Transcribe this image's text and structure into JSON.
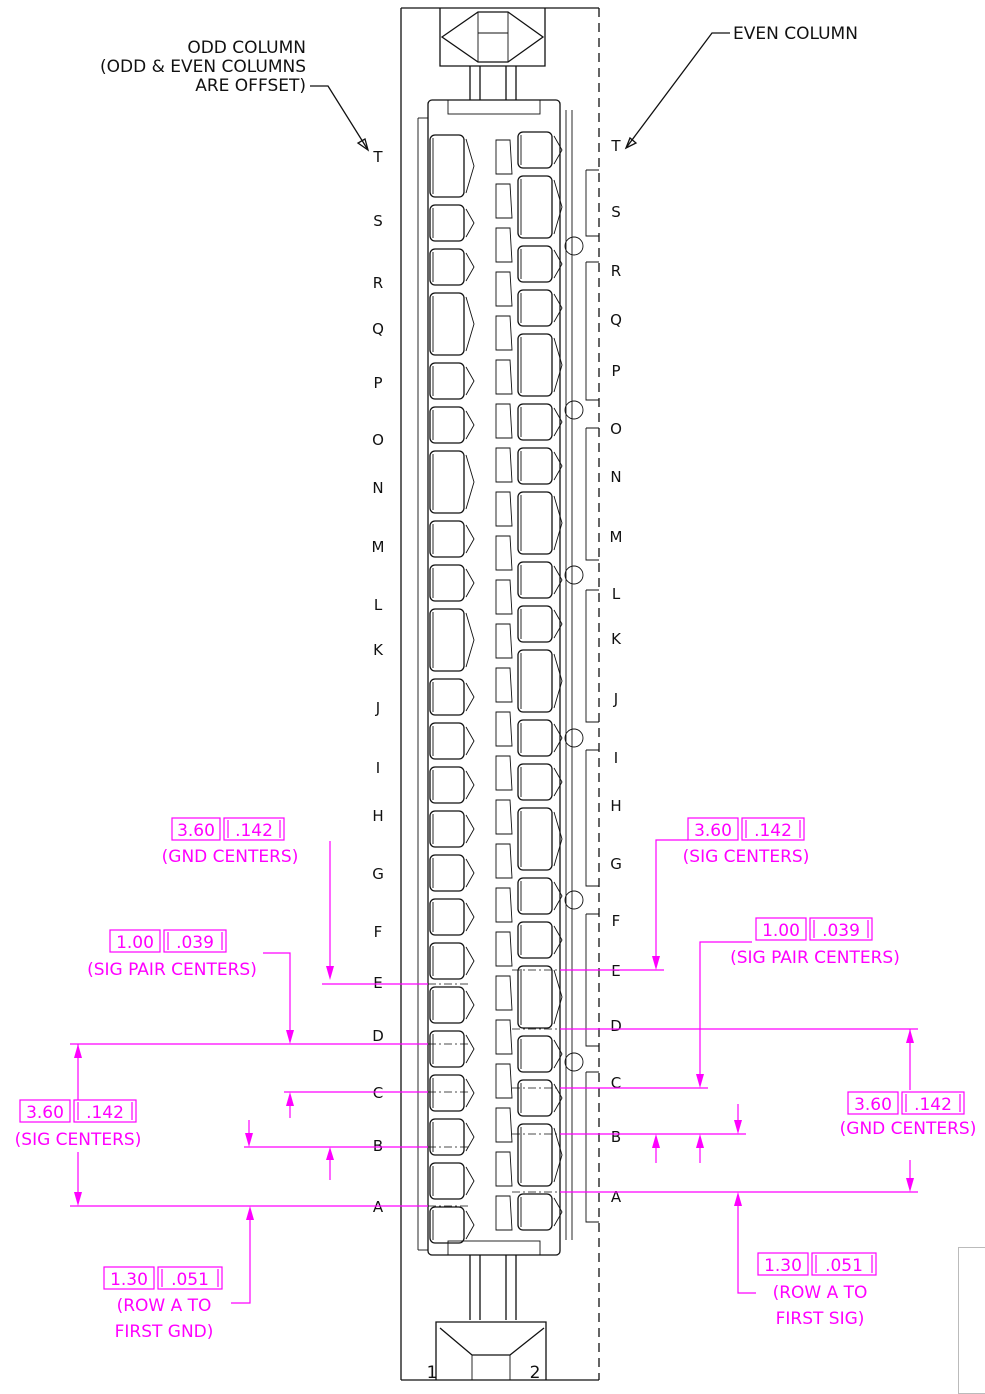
{
  "callouts": {
    "odd_column": [
      "ODD COLUMN",
      "(ODD & EVEN COLUMNS",
      "ARE OFFSET)"
    ],
    "even_column": "EVEN COLUMN"
  },
  "rows_odd": [
    "T",
    "S",
    "R",
    "Q",
    "P",
    "O",
    "N",
    "M",
    "L",
    "K",
    "J",
    "I",
    "H",
    "G",
    "F",
    "E",
    "D",
    "C",
    "B",
    "A"
  ],
  "rows_even": [
    "T",
    "S",
    "R",
    "Q",
    "P",
    "O",
    "N",
    "M",
    "L",
    "K",
    "J",
    "I",
    "H",
    "G",
    "F",
    "E",
    "D",
    "C",
    "B",
    "A"
  ],
  "columns": [
    "1",
    "2"
  ],
  "dimensions": {
    "gnd_centers_left": {
      "mm": "3.60",
      "in": ".142",
      "note": "(GND CENTERS)"
    },
    "sig_pair_left": {
      "mm": "1.00",
      "in": ".039",
      "note": "(SIG PAIR CENTERS)"
    },
    "sig_centers_left": {
      "mm": "3.60",
      "in": ".142",
      "note": "(SIG CENTERS)"
    },
    "row_a_gnd": {
      "mm": "1.30",
      "in": ".051",
      "note": [
        "(ROW A TO",
        "FIRST GND)"
      ]
    },
    "sig_centers_right": {
      "mm": "3.60",
      "in": ".142",
      "note": "(SIG CENTERS)"
    },
    "sig_pair_right": {
      "mm": "1.00",
      "in": ".039",
      "note": "(SIG PAIR CENTERS)"
    },
    "gnd_centers_right": {
      "mm": "3.60",
      "in": ".142",
      "note": "(GND CENTERS)"
    },
    "row_a_sig": {
      "mm": "1.30",
      "in": ".051",
      "note": [
        "(ROW A TO",
        "FIRST SIG)"
      ]
    }
  },
  "colors": {
    "line": "#111111",
    "dimension": "#ff00ff"
  }
}
